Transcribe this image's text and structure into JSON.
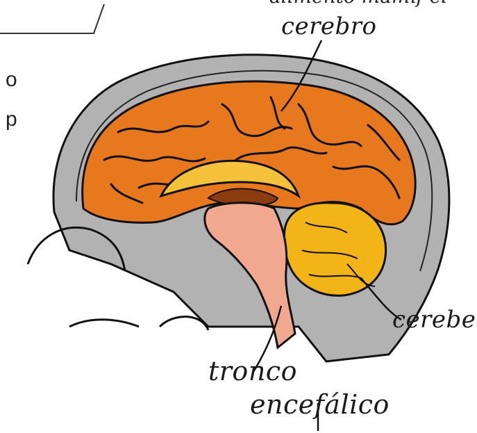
{
  "top_text": "alimento   mamíf   el",
  "side_text": [
    "o",
    "p"
  ],
  "labels": {
    "cerebro": "cerebro",
    "cerebelo": "cerebelo",
    "tronco": "tronco",
    "encefalico": "encefálico"
  },
  "colors": {
    "cerebrum": "#e8781e",
    "cerebrum_dark": "#c9520f",
    "cerebellum": "#f2b417",
    "corpus_callosum": "#f6c13a",
    "brainstem": "#f0a88e",
    "skull": "#a9a9a9",
    "ink": "#111111"
  }
}
